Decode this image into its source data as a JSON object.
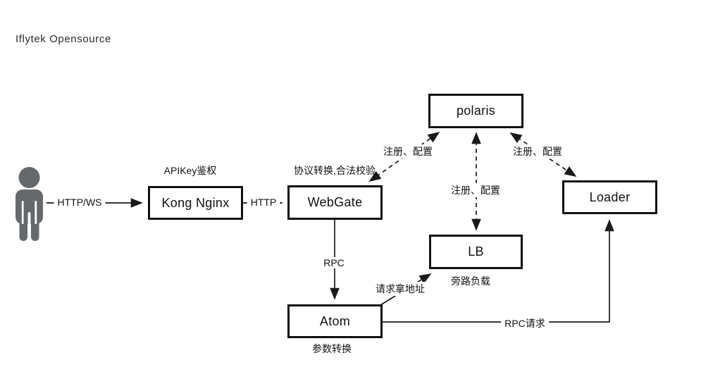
{
  "title": "Iflytek Opensource",
  "nodes": {
    "kong": {
      "label": "Kong Nginx",
      "caption": "APIKey鉴权"
    },
    "webgate": {
      "label": "WebGate",
      "caption": "协议转换,合法校验"
    },
    "polaris": {
      "label": "polaris"
    },
    "lb": {
      "label": "LB",
      "caption": "旁路负载"
    },
    "loader": {
      "label": "Loader"
    },
    "atom": {
      "label": "Atom",
      "caption": "参数转换"
    }
  },
  "edges": {
    "user_kong": {
      "label": "HTTP/WS",
      "style": "solid"
    },
    "kong_webgate": {
      "label": "HTTP",
      "style": "solid"
    },
    "webgate_atom": {
      "label": "RPC",
      "style": "solid"
    },
    "atom_lb": {
      "label": "请求拿地址",
      "style": "solid"
    },
    "atom_loader": {
      "label": "RPC请求",
      "style": "solid"
    },
    "webgate_polaris": {
      "label": "注册、配置",
      "style": "dashed"
    },
    "polaris_lb": {
      "label": "注册、配置",
      "style": "dashed"
    },
    "polaris_loader": {
      "label": "注册、配置",
      "style": "dashed"
    }
  },
  "icons": {
    "user": "person-icon"
  },
  "colors": {
    "line": "#1a1a1a",
    "box_border": "#111111",
    "person": "#66696c",
    "background": "#ffffff"
  }
}
